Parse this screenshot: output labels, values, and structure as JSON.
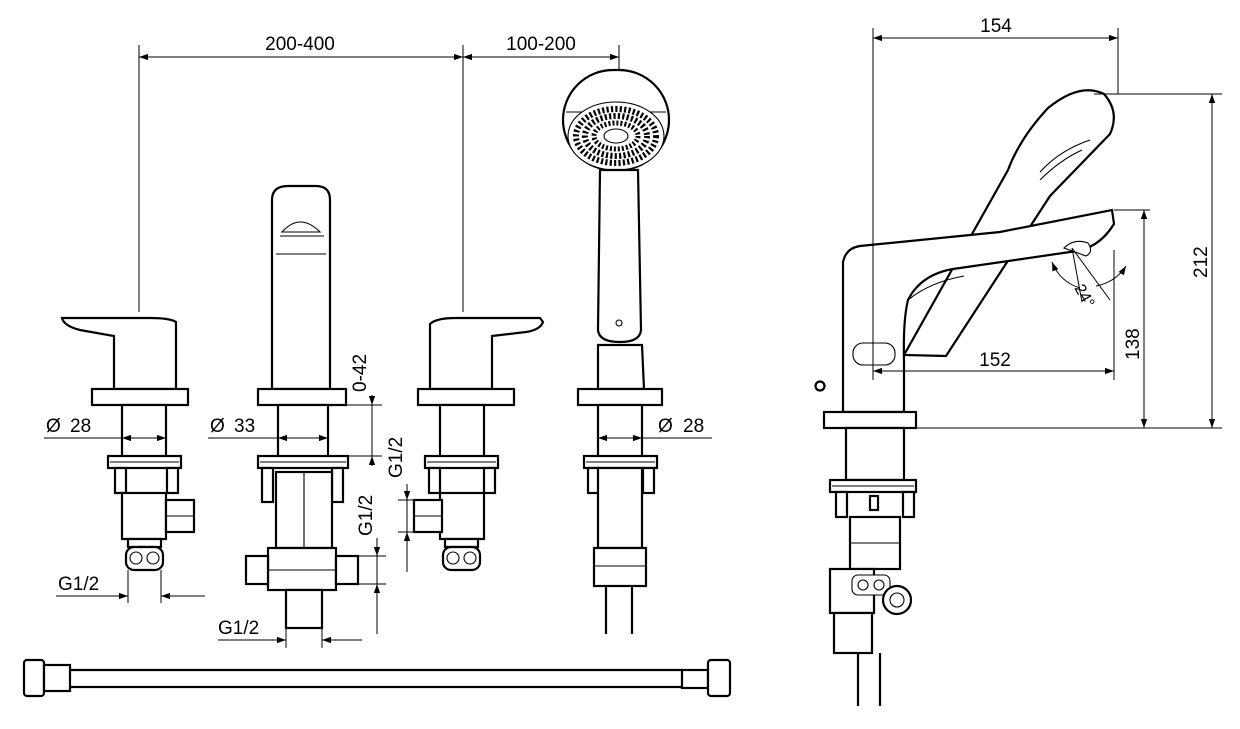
{
  "dimensions": {
    "spread_faucet": "200-400",
    "spread_shower": "100-200",
    "width_side": "154",
    "height_total": "212",
    "height_spout": "138",
    "spout_reach": "152",
    "diameter_handles": "28",
    "diameter_spout": "33",
    "diameter_shower": "28",
    "deck_range": "0-42",
    "thread_left": "G1/2",
    "thread_bottom": "G1/2",
    "thread_right_upper": "G1/2",
    "thread_right_lower": "G1/2",
    "angle": "24°"
  },
  "symbols": {
    "diameter": "Ø"
  }
}
